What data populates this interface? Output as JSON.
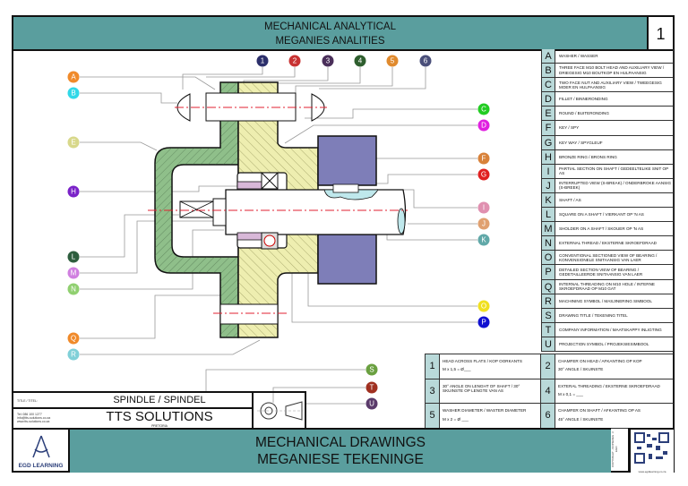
{
  "header": {
    "title_line1": "MECHANICAL ANALYTICAL",
    "title_line2": "MEGANIES ANALITIES",
    "page_number": "1"
  },
  "legend": [
    {
      "letter": "A",
      "text": "WASHER / WASSER"
    },
    {
      "letter": "B",
      "text": "THREE FACE M10 BOLT HEAD AND AUXILIARY VIEW / DRIEGESIG M10 BOUTKOP EN HULPAANSIG"
    },
    {
      "letter": "C",
      "text": "TWO FACE NUT AND AUXILIARY VIEW / TWEEGESIG MOER EN HULPAANSIG"
    },
    {
      "letter": "D",
      "text": "FILLET / BINNERONDING"
    },
    {
      "letter": "E",
      "text": "ROUND / BUITERONDING"
    },
    {
      "letter": "F",
      "text": "KEY / SPY"
    },
    {
      "letter": "G",
      "text": "KEY WAY / SPYGLEUF"
    },
    {
      "letter": "H",
      "text": "BRONZE RING / BRONS RING"
    },
    {
      "letter": "I",
      "text": "PARTIAL SECTION ON SHAFT / GEDEELTELIKE SNIT OP AS"
    },
    {
      "letter": "J",
      "text": "INTERRUPTED VIEW (S-BREAK) / ONDERBROKE AANSIG (S-BREEK)"
    },
    {
      "letter": "K",
      "text": "SHAFT / AS"
    },
    {
      "letter": "L",
      "text": "SQUARE ON A SHAFT / VIERKANT OP 'N AS"
    },
    {
      "letter": "M",
      "text": "SHOLDER ON A SHAFT / SKOUER OP 'N AS"
    },
    {
      "letter": "N",
      "text": "EXTERNAL THREAD / EKSTERNE SKROEFDRAAD"
    },
    {
      "letter": "O",
      "text": "CONVENTIONAL SECTIONED VIEW OF BEARING / KONVENSIONELE SNITAANSIG VAN LAER"
    },
    {
      "letter": "P",
      "text": "DETAILED SECTION VIEW OF BEARING / GEDETAILLEERDE SNITAANSIG VAN LAER"
    },
    {
      "letter": "Q",
      "text": "INTERNAL THREADING ON M10 HOLE / INTERNE SKROEFDRAAD OP M10 GAT"
    },
    {
      "letter": "R",
      "text": "MACHINING SYMBOL / MASJINERING SIMBOOL"
    },
    {
      "letter": "S",
      "text": "DRAWING TITLE / TEKENING TITEL"
    },
    {
      "letter": "T",
      "text": "COMPANY INFORMATION / MAATSKAPPY INLIGTING"
    },
    {
      "letter": "U",
      "text": "PROJECTION SYMBOL / PROJEKSIESIMBOOL"
    }
  ],
  "questions": [
    {
      "n": "1",
      "text": "HEAD ACROSS FLATS / KOP OORKANTS",
      "formula": "M x 1,5 = Ø___"
    },
    {
      "n": "2",
      "text": "CHAMFER ON HEAD / AFKANTING OP KOP",
      "formula": "30° ANGLE / SKUINSTE"
    },
    {
      "n": "3",
      "text": "30° ANGLE ON LENGHT OF SHAFT / 30° SKUINSTE OP LENGTE VAN AS",
      "formula": ""
    },
    {
      "n": "4",
      "text": "EXTERAL THREADING / EKSTERNE SKROEFDRAAD",
      "formula": "M x 0,1 = ___"
    },
    {
      "n": "5",
      "text": "WASHER DIAMETER / WASTER DIAMETER",
      "formula": "M x 2 = Ø ___"
    },
    {
      "n": "6",
      "text": "CHAMFER ON SHAFT / AFKANTING OP AS",
      "formula": "45° ANGLE / SKUINSTE"
    }
  ],
  "title_block": {
    "title_label": "TITLE / TITEL:",
    "title": "SPINDLE / SPINDEL",
    "contact": [
      "Tel: 086 100 1277",
      "info@tts-solutions.co.za",
      "www.tts-solutions.co.za"
    ],
    "company": "TTS SOLUTIONS",
    "location": "PRETORIA"
  },
  "footer": {
    "line1": "MECHANICAL DRAWINGS",
    "line2": "MEGANIESE TEKENINGE",
    "logo": "EGD LEARNING",
    "copyright": "COPYRIGHT - KOPIEREG © EGD",
    "qr_url": "www.egdlearning.co.za"
  },
  "callouts": {
    "numbers": [
      {
        "label": "1",
        "color": "#2c2f6b"
      },
      {
        "label": "2",
        "color": "#c83232"
      },
      {
        "label": "3",
        "color": "#4a2f5a"
      },
      {
        "label": "4",
        "color": "#2e5e2e"
      },
      {
        "label": "5",
        "color": "#e08a2e"
      },
      {
        "label": "6",
        "color": "#4a4f7a"
      }
    ],
    "left": [
      {
        "label": "A",
        "color": "#f08a2a"
      },
      {
        "label": "B",
        "color": "#30d8e8"
      },
      {
        "label": "E",
        "color": "#d8d88a"
      },
      {
        "label": "H",
        "color": "#7a22c8"
      },
      {
        "label": "L",
        "color": "#2e5e3e"
      },
      {
        "label": "M",
        "color": "#d080e0"
      },
      {
        "label": "N",
        "color": "#90d070"
      },
      {
        "label": "Q",
        "color": "#f08a2a"
      },
      {
        "label": "R",
        "color": "#80d0d8"
      }
    ],
    "right": [
      {
        "label": "C",
        "color": "#22cc22"
      },
      {
        "label": "D",
        "color": "#e020e0"
      },
      {
        "label": "F",
        "color": "#d8823a"
      },
      {
        "label": "G",
        "color": "#e02020"
      },
      {
        "label": "I",
        "color": "#e090b0"
      },
      {
        "label": "J",
        "color": "#e0a070"
      },
      {
        "label": "K",
        "color": "#60a8a8"
      },
      {
        "label": "O",
        "color": "#f0e020"
      },
      {
        "label": "P",
        "color": "#1010d0"
      }
    ],
    "bottom": [
      {
        "label": "S",
        "color": "#6aa040"
      },
      {
        "label": "T",
        "color": "#a03020"
      },
      {
        "label": "U",
        "color": "#5a3a6a"
      }
    ]
  },
  "colors": {
    "teal": "#5a9e9e",
    "green_part": "#8fbf8a",
    "yellow_part": "#eeeeb0",
    "blue_hub": "#7e7eb8",
    "centerline": "#e02030"
  }
}
